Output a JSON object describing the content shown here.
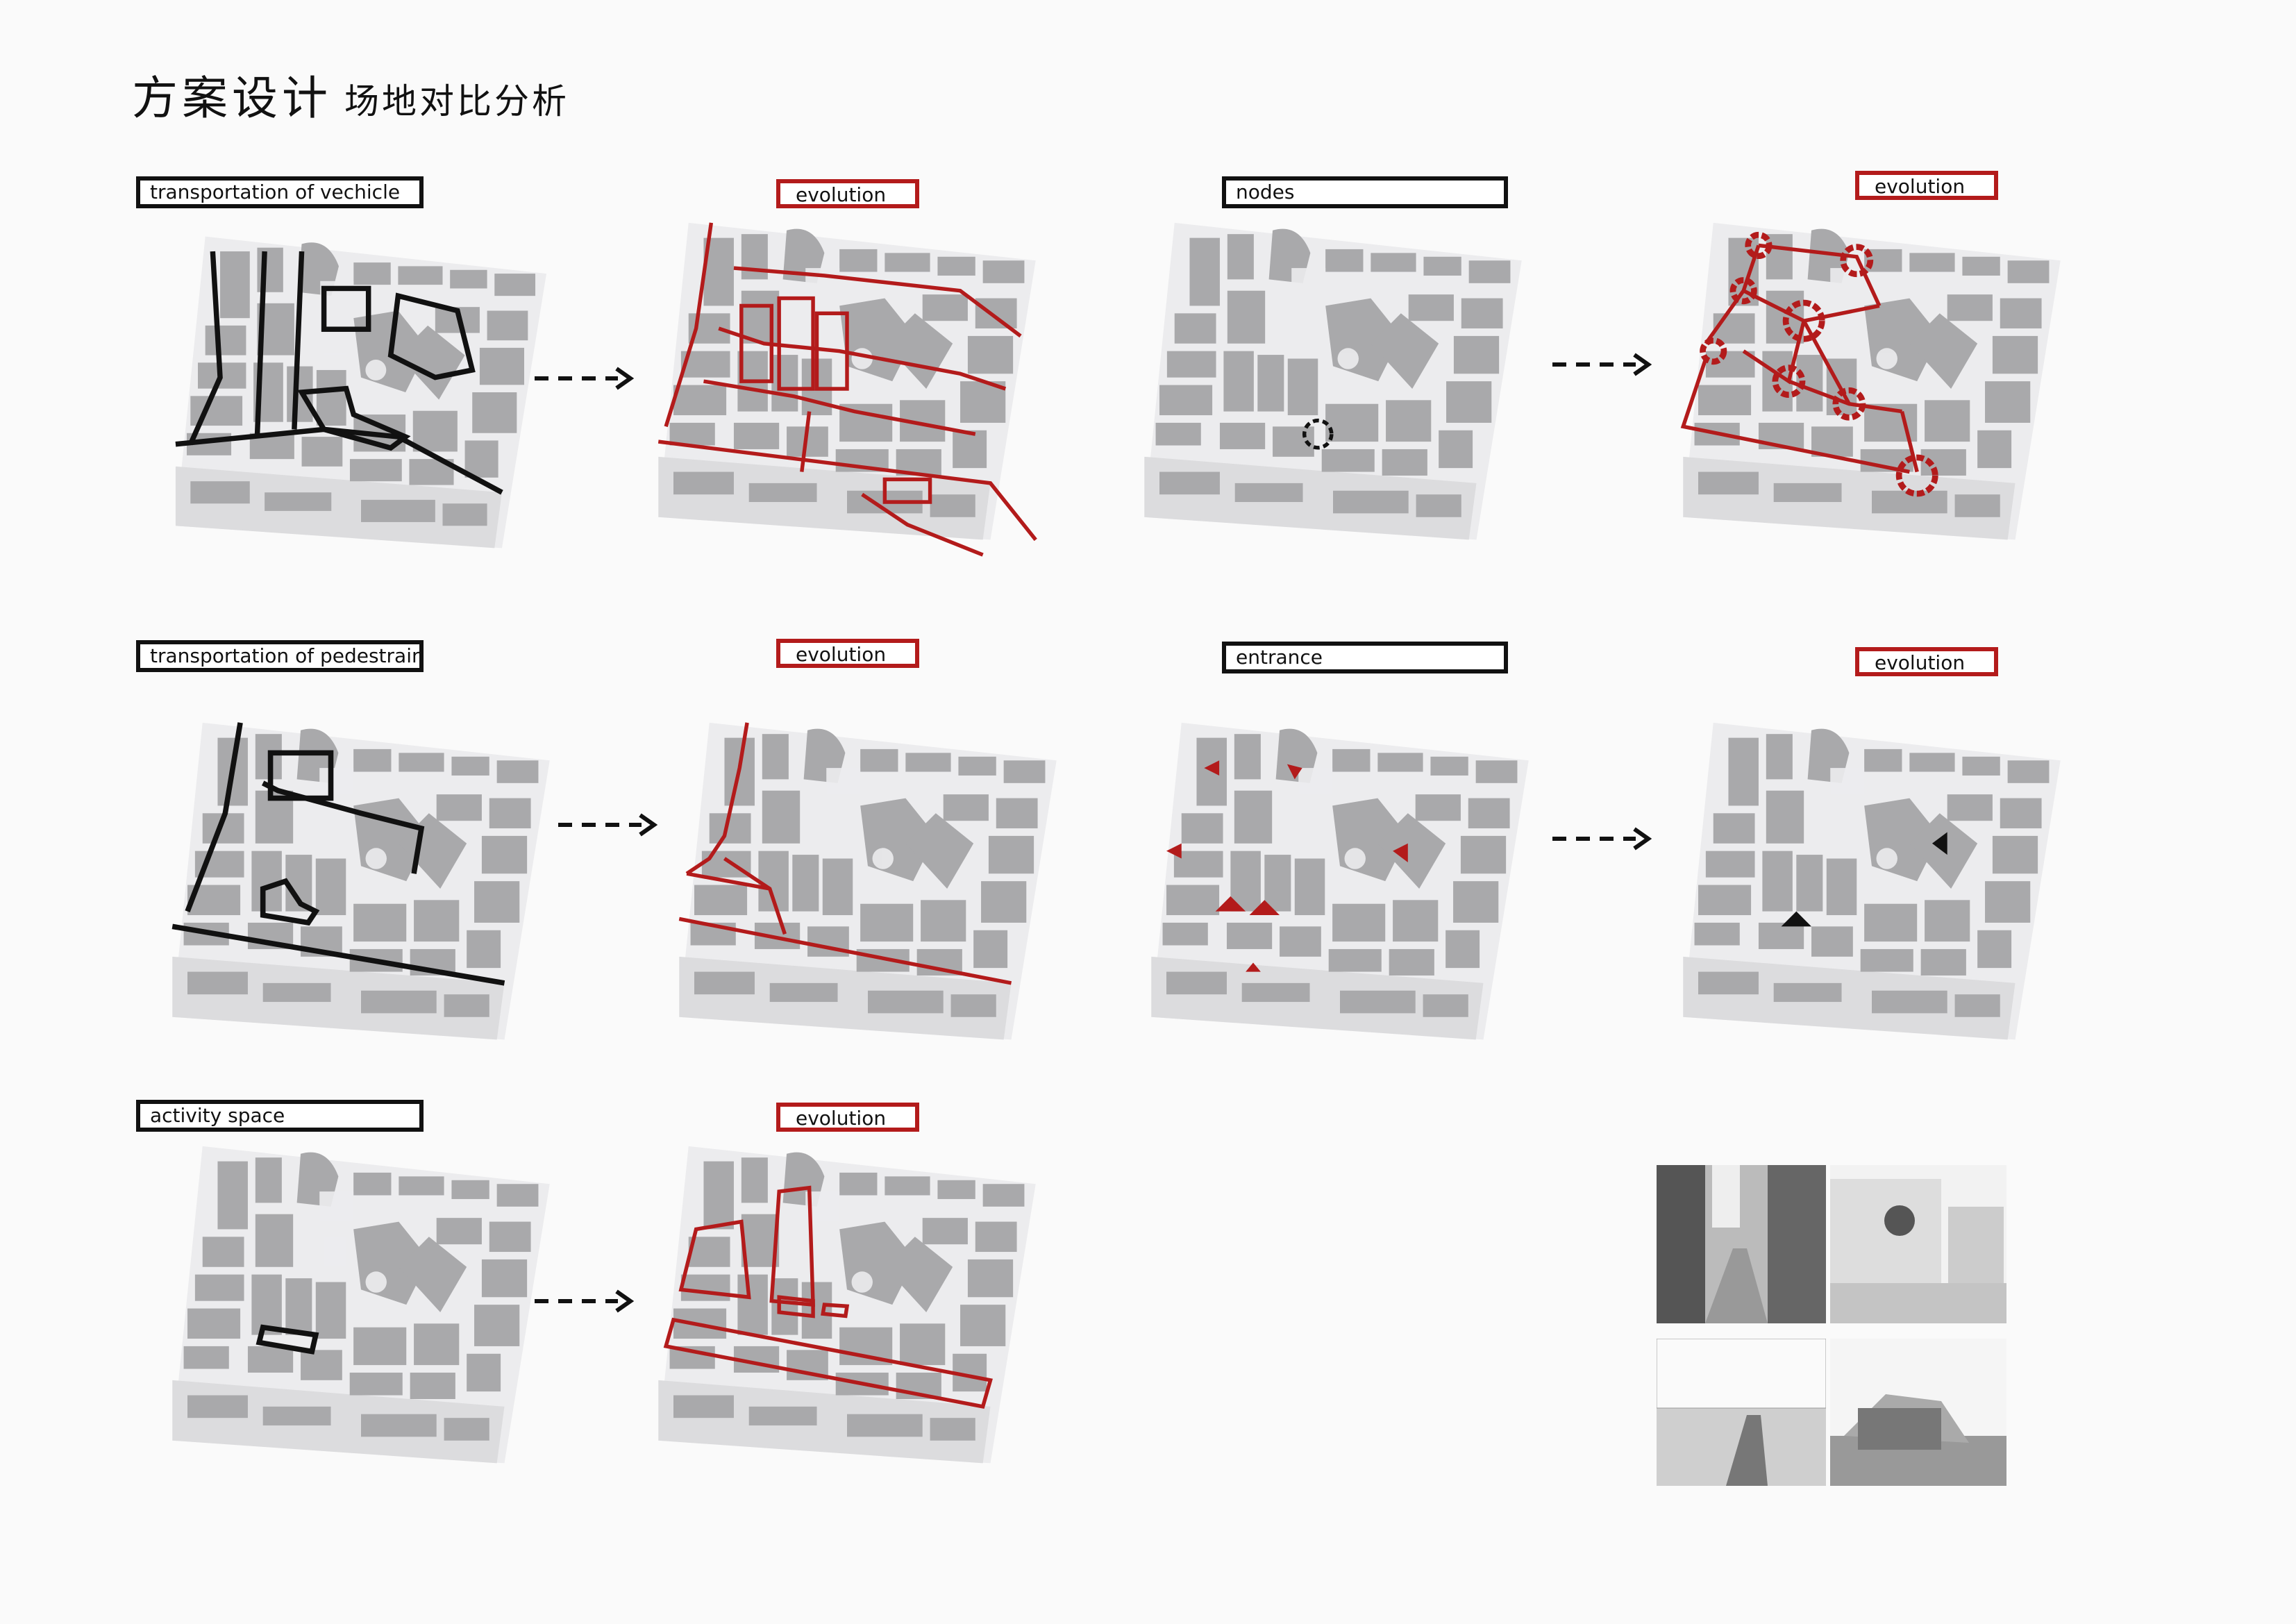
{
  "header": {
    "title": "方案设计",
    "subtitle": "场地对比分析"
  },
  "labels": {
    "vehicle": "transportation of vechicle",
    "vehicle_evo": "evolution",
    "nodes": "nodes",
    "nodes_evo": "evolution",
    "pedestrian": "transportation of pedestrain",
    "pedestrian_evo": "evolution",
    "entrance": "entrance",
    "entrance_evo": "evolution",
    "activity": "activity space",
    "activity_evo": "evolution"
  },
  "colors": {
    "accent": "#b31b1b",
    "ink": "#111111",
    "block": "#a9a9ab",
    "ground": "#e4e4e6"
  },
  "icons": {
    "arrow": "dashed-arrow-right-icon"
  }
}
